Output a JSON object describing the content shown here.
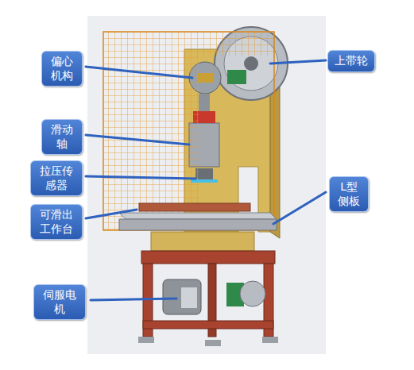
{
  "diagram": {
    "nodes": [
      {
        "text": [
          "偏心 机构"
        ]
      },
      {
        "text": [
          "上带轮"
        ]
      },
      {
        "text": [
          "滑动 轴"
        ]
      },
      {
        "text": [
          "拉压传 感器"
        ]
      },
      {
        "text": [
          "可滑出 工作台"
        ]
      },
      {
        "text": [
          "L型 侧板"
        ]
      },
      {
        "text": [
          "伺服电 机"
        ]
      }
    ]
  }
}
